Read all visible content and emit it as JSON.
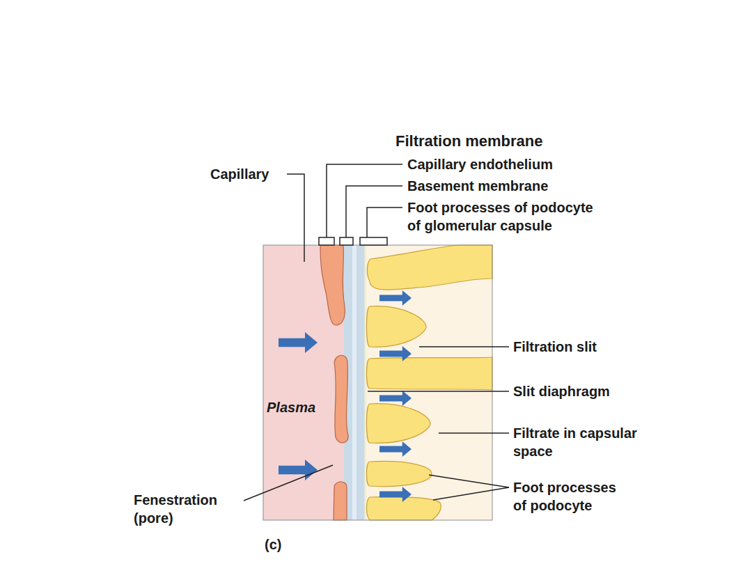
{
  "diagram": {
    "title": "Filtration membrane",
    "labels": [
      "Capillary",
      "Capillary endothelium",
      "Basement membrane",
      "Foot processes of podocyte of glomerular capsule",
      "Filtration slit",
      "Slit diaphragm",
      "Filtrate in capsular space",
      "Foot processes of podocyte",
      "Plasma",
      "Fenestration (pore)",
      "(c)"
    ]
  }
}
